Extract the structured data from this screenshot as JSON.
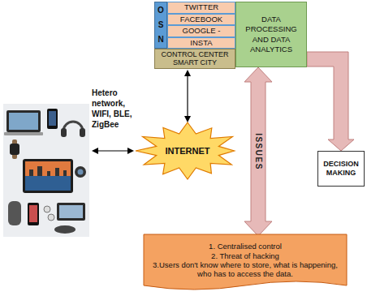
{
  "diagram": {
    "nodes": [
      {
        "text": [
          "O S N"
        ]
      },
      {
        "text": [
          "TWITTER"
        ]
      },
      {
        "text": [
          "FACEBOOK"
        ]
      },
      {
        "text": [
          "GOOGLE -"
        ]
      },
      {
        "text": [
          "INSTA"
        ]
      },
      {
        "text": [
          "CONTROL CENTER SMART CITY"
        ]
      },
      {
        "text": [
          "DATA PROCESSING AND DATA ANALYTICS"
        ]
      },
      {
        "text": [
          "INTERNET"
        ]
      },
      {
        "text": [
          "DECISION MAKING"
        ]
      },
      {
        "text": [
          "1. Centralised control",
          "2. Threat of hacking",
          "3.Users don't know where to store, what is happening, who has to access the data."
        ]
      }
    ],
    "edges": [
      {
        "from": 5,
        "to": 7,
        "arrow": "both"
      },
      {
        "from": 6,
        "to": 9,
        "label": "ISSUES",
        "arrow": "both"
      },
      {
        "from": 6,
        "to": 8,
        "arrow": "to"
      }
    ],
    "labels": [
      "Hetero network, WIFI, BLE, ZigBee"
    ]
  }
}
